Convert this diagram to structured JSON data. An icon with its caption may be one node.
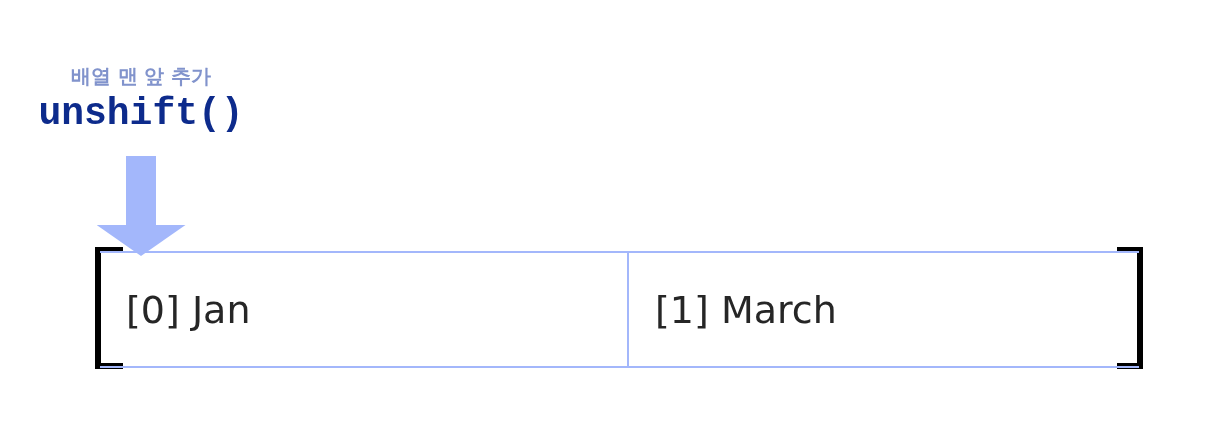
{
  "diagram": {
    "nodes": [
      {
        "text": [
          "배열 맨 앞 추가",
          "unshift()"
        ]
      },
      {
        "text": [
          "[0] Jan"
        ]
      },
      {
        "text": [
          "[1] March"
        ]
      }
    ],
    "edges": [
      {
        "from": 0,
        "to": 1,
        "arrow": "to"
      }
    ]
  }
}
